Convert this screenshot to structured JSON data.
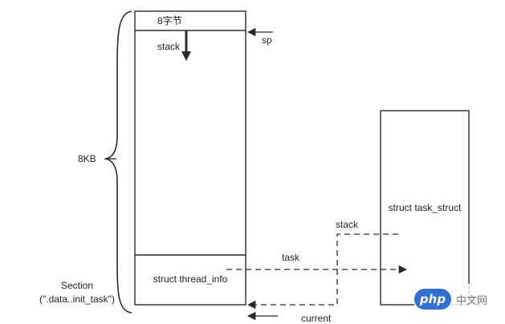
{
  "labels": {
    "bytes8": "8字节",
    "sp": "sp",
    "stack_inner": "stack",
    "size": "8KB",
    "section_line1": "Section",
    "section_line2": "(\".data..init_task\")",
    "thread_info": "struct thread_info",
    "task_struct": "struct task_struct",
    "stack_ptr": "stack",
    "task_ptr": "task",
    "current": "current"
  },
  "watermark": {
    "badge": "php",
    "text": "中文网"
  },
  "colors": {
    "line": "#2a2a2a",
    "watermark_blue": "#2f6fd6"
  }
}
